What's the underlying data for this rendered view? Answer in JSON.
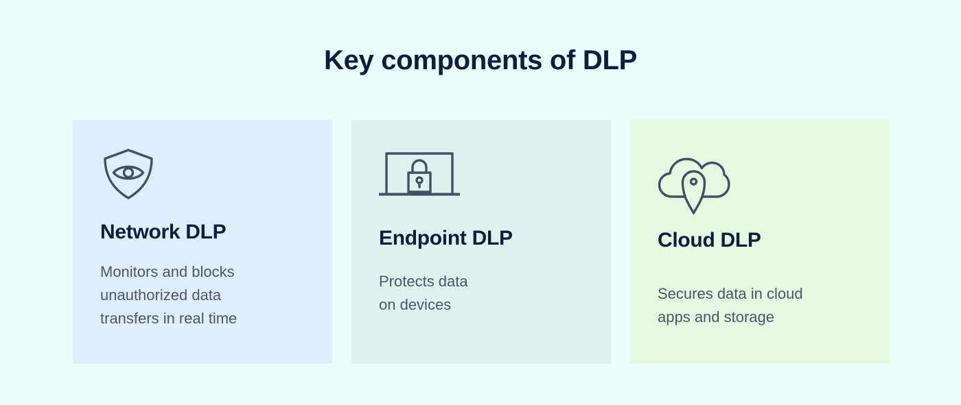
{
  "page": {
    "title": "Key components of DLP",
    "background_color": "#ecfefb"
  },
  "cards": [
    {
      "title": "Network DLP",
      "description": "Monitors and blocks unauthorized data transfers in real time",
      "description_lines": [
        "Monitors and blocks",
        "unauthorized data",
        "transfers in real time"
      ],
      "icon": "shield-eye-icon",
      "background_color": "#deeefc"
    },
    {
      "title": "Endpoint DLP",
      "description": "Protects data on devices",
      "description_lines": [
        "Protects data",
        "on devices"
      ],
      "icon": "laptop-lock-icon",
      "background_color": "#ddf1ee"
    },
    {
      "title": "Cloud DLP",
      "description": "Secures data in cloud apps and storage",
      "description_lines": [
        "Secures data in cloud",
        "apps and storage"
      ],
      "icon": "cloud-pin-icon",
      "background_color": "#e4f9df"
    }
  ],
  "colors": {
    "heading_text": "#0e1c3d",
    "body_text": "#4c5869",
    "icon_stroke": "#435062"
  }
}
